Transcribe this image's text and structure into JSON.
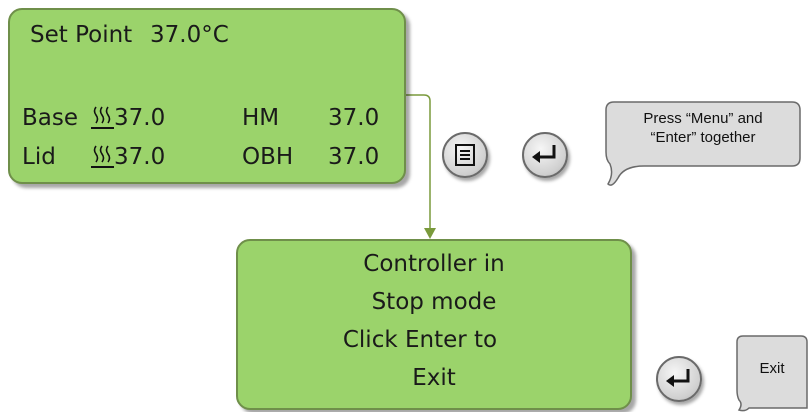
{
  "lcd_main": {
    "setpoint_label": "Set Point",
    "setpoint_value": "37.0°C",
    "rows": [
      {
        "label": "Base",
        "value": "37.0",
        "right_label": "HM",
        "right_value": "37.0"
      },
      {
        "label": "Lid",
        "value": "37.0",
        "right_label": "OBH",
        "right_value": "37.0"
      }
    ]
  },
  "lcd_stop": {
    "lines": [
      "Controller in",
      "Stop mode",
      "Click Enter to",
      "Exit"
    ]
  },
  "callouts": {
    "press_line1": "Press “Menu” and",
    "press_line2": "“Enter” together",
    "exit": "Exit"
  },
  "colors": {
    "lcd_fill": "#9bd36b",
    "lcd_border": "#6f8f4a",
    "arrow": "#7a9a3c"
  },
  "icons": [
    "menu-icon",
    "enter-icon",
    "heater-icon"
  ]
}
